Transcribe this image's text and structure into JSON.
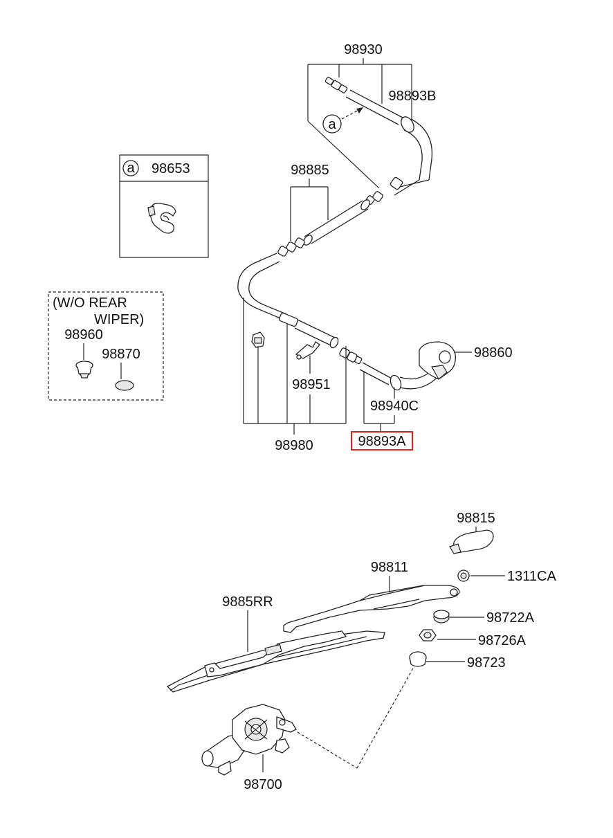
{
  "callouts": {
    "p98930": "98930",
    "p98893B": "98893B",
    "ref_a": "a",
    "p98653": "98653",
    "p98885": "98885",
    "p98860": "98860",
    "p98951": "98951",
    "p98940C": "98940C",
    "p98980": "98980",
    "p98893A": "98893A",
    "p98960": "98960",
    "p98870": "98870",
    "p98815": "98815",
    "p1311CA": "1311CA",
    "p98811": "98811",
    "p98722A": "98722A",
    "p9885RR": "9885RR",
    "p98726A": "98726A",
    "p98723": "98723",
    "p98700": "98700"
  },
  "variant_note": {
    "line1": "(W/O REAR",
    "line2": "WIPER)"
  },
  "highlight": {
    "part": "98893A",
    "color": "#e0201c"
  }
}
